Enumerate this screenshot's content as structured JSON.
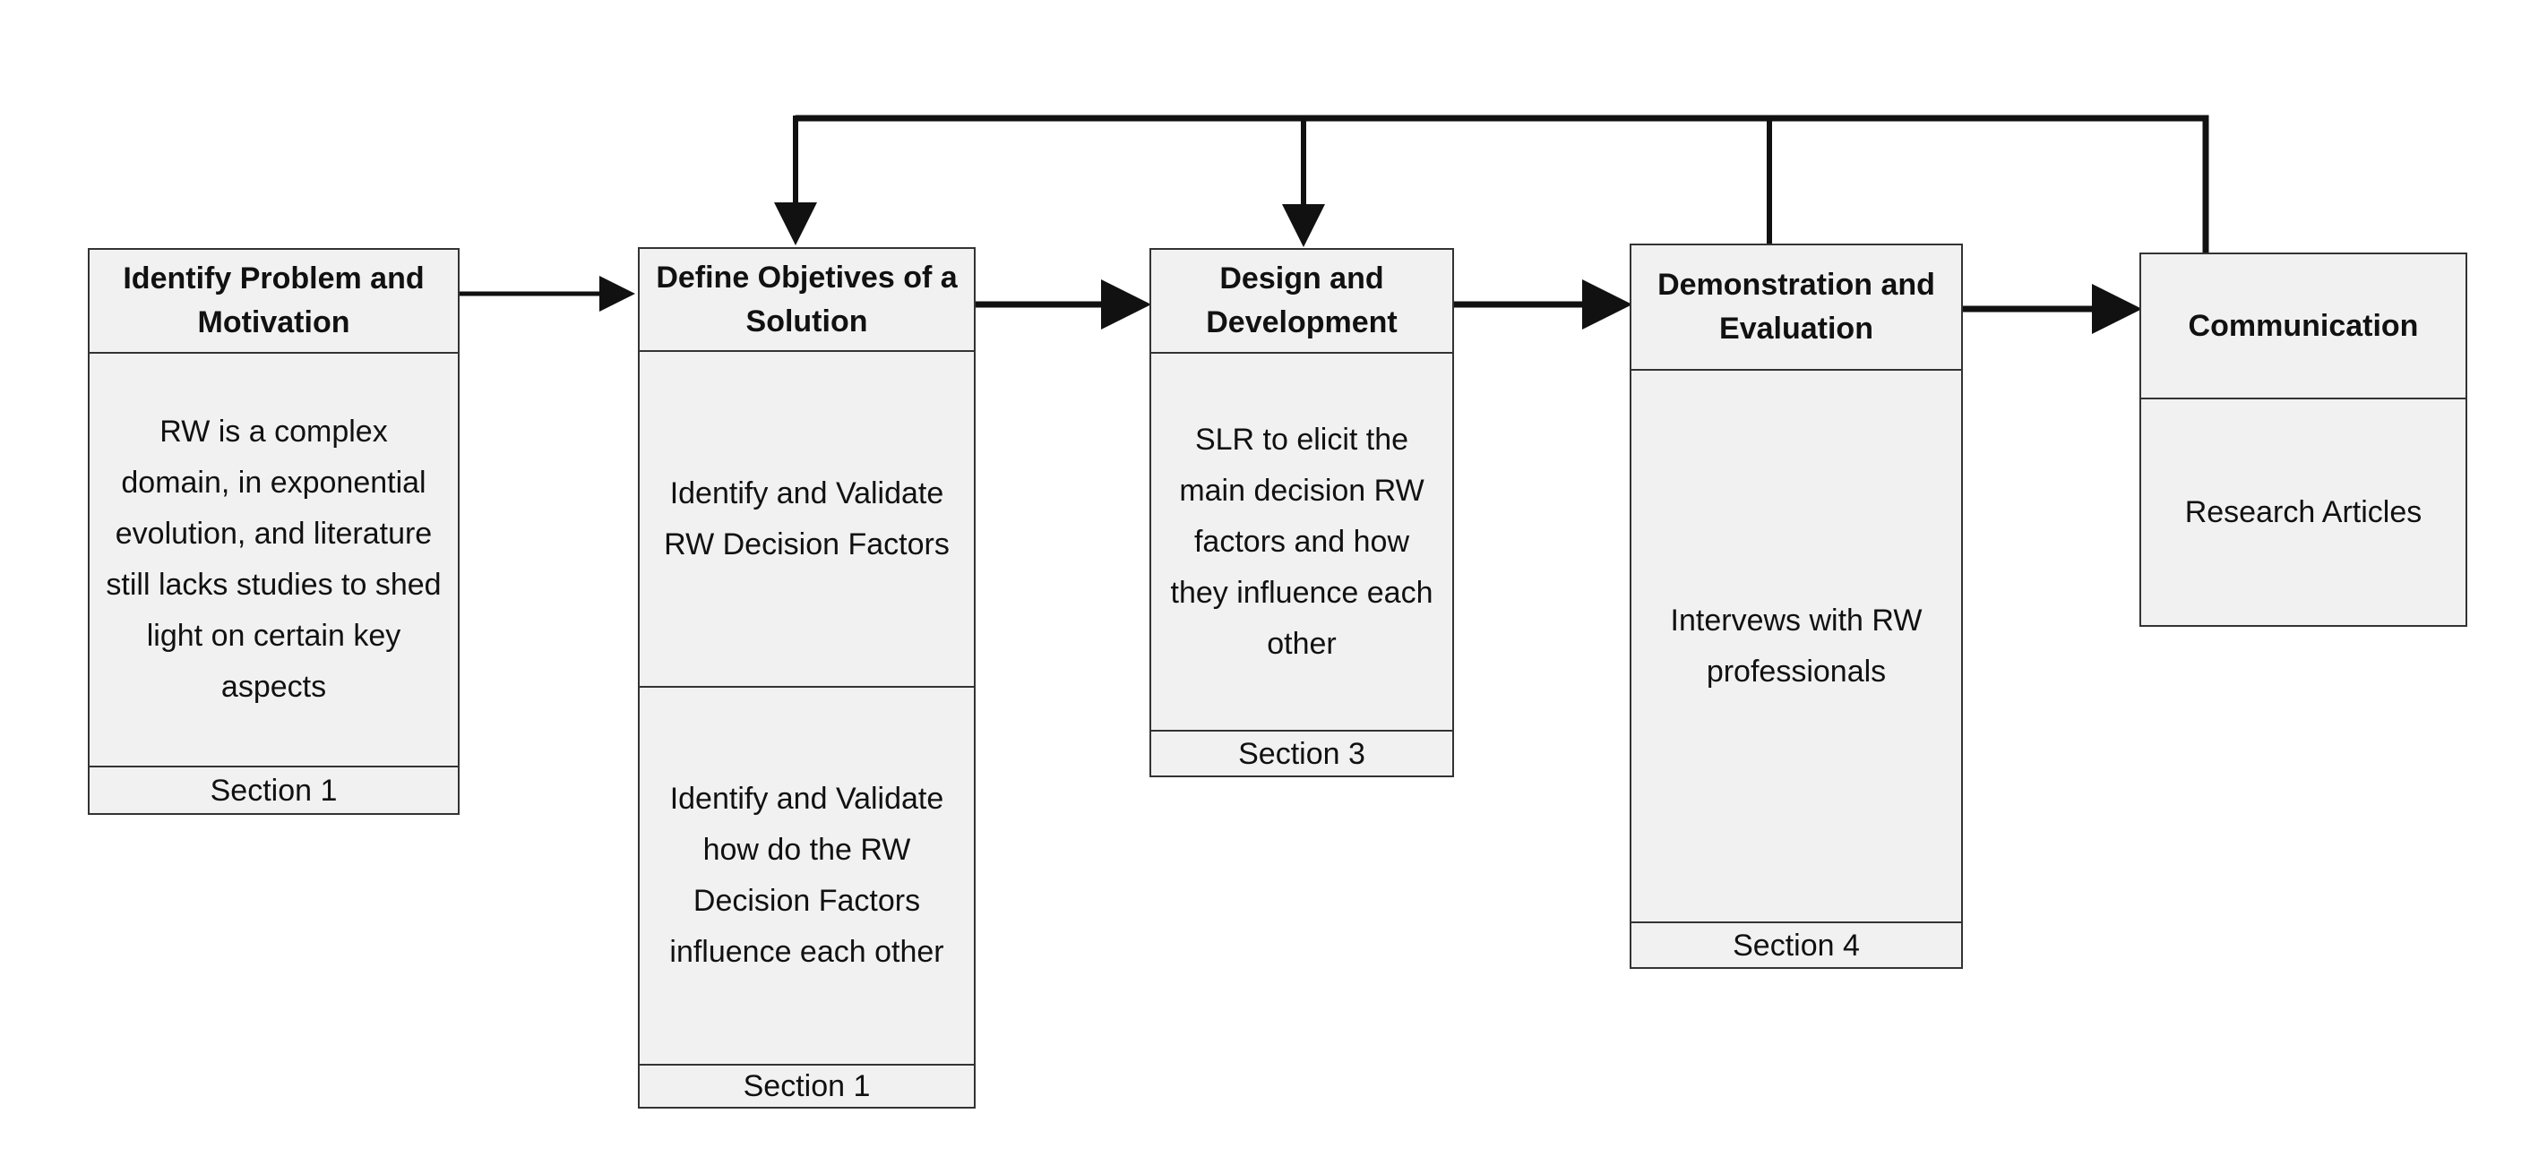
{
  "boxes": [
    {
      "header": "Identify Problem and Motivation",
      "body": "RW is a complex domain, in exponential evolution, and literature still lacks studies to shed light on certain key aspects",
      "section": "Section 1"
    },
    {
      "header": "Define Objetives of a Solution",
      "body1": "Identify and Validate RW Decision Factors",
      "body2": "Identify and Validate how do the RW Decision Factors influence each other",
      "section": "Section 1"
    },
    {
      "header": "Design and Development",
      "body": "SLR to elicit the main decision RW factors and how they influence each other",
      "section": "Section 3"
    },
    {
      "header": "Demonstration and Evaluation",
      "body": "Intervews with RW professionals",
      "section": "Section 4"
    },
    {
      "header": "Communication",
      "body": "Research Articles"
    }
  ]
}
